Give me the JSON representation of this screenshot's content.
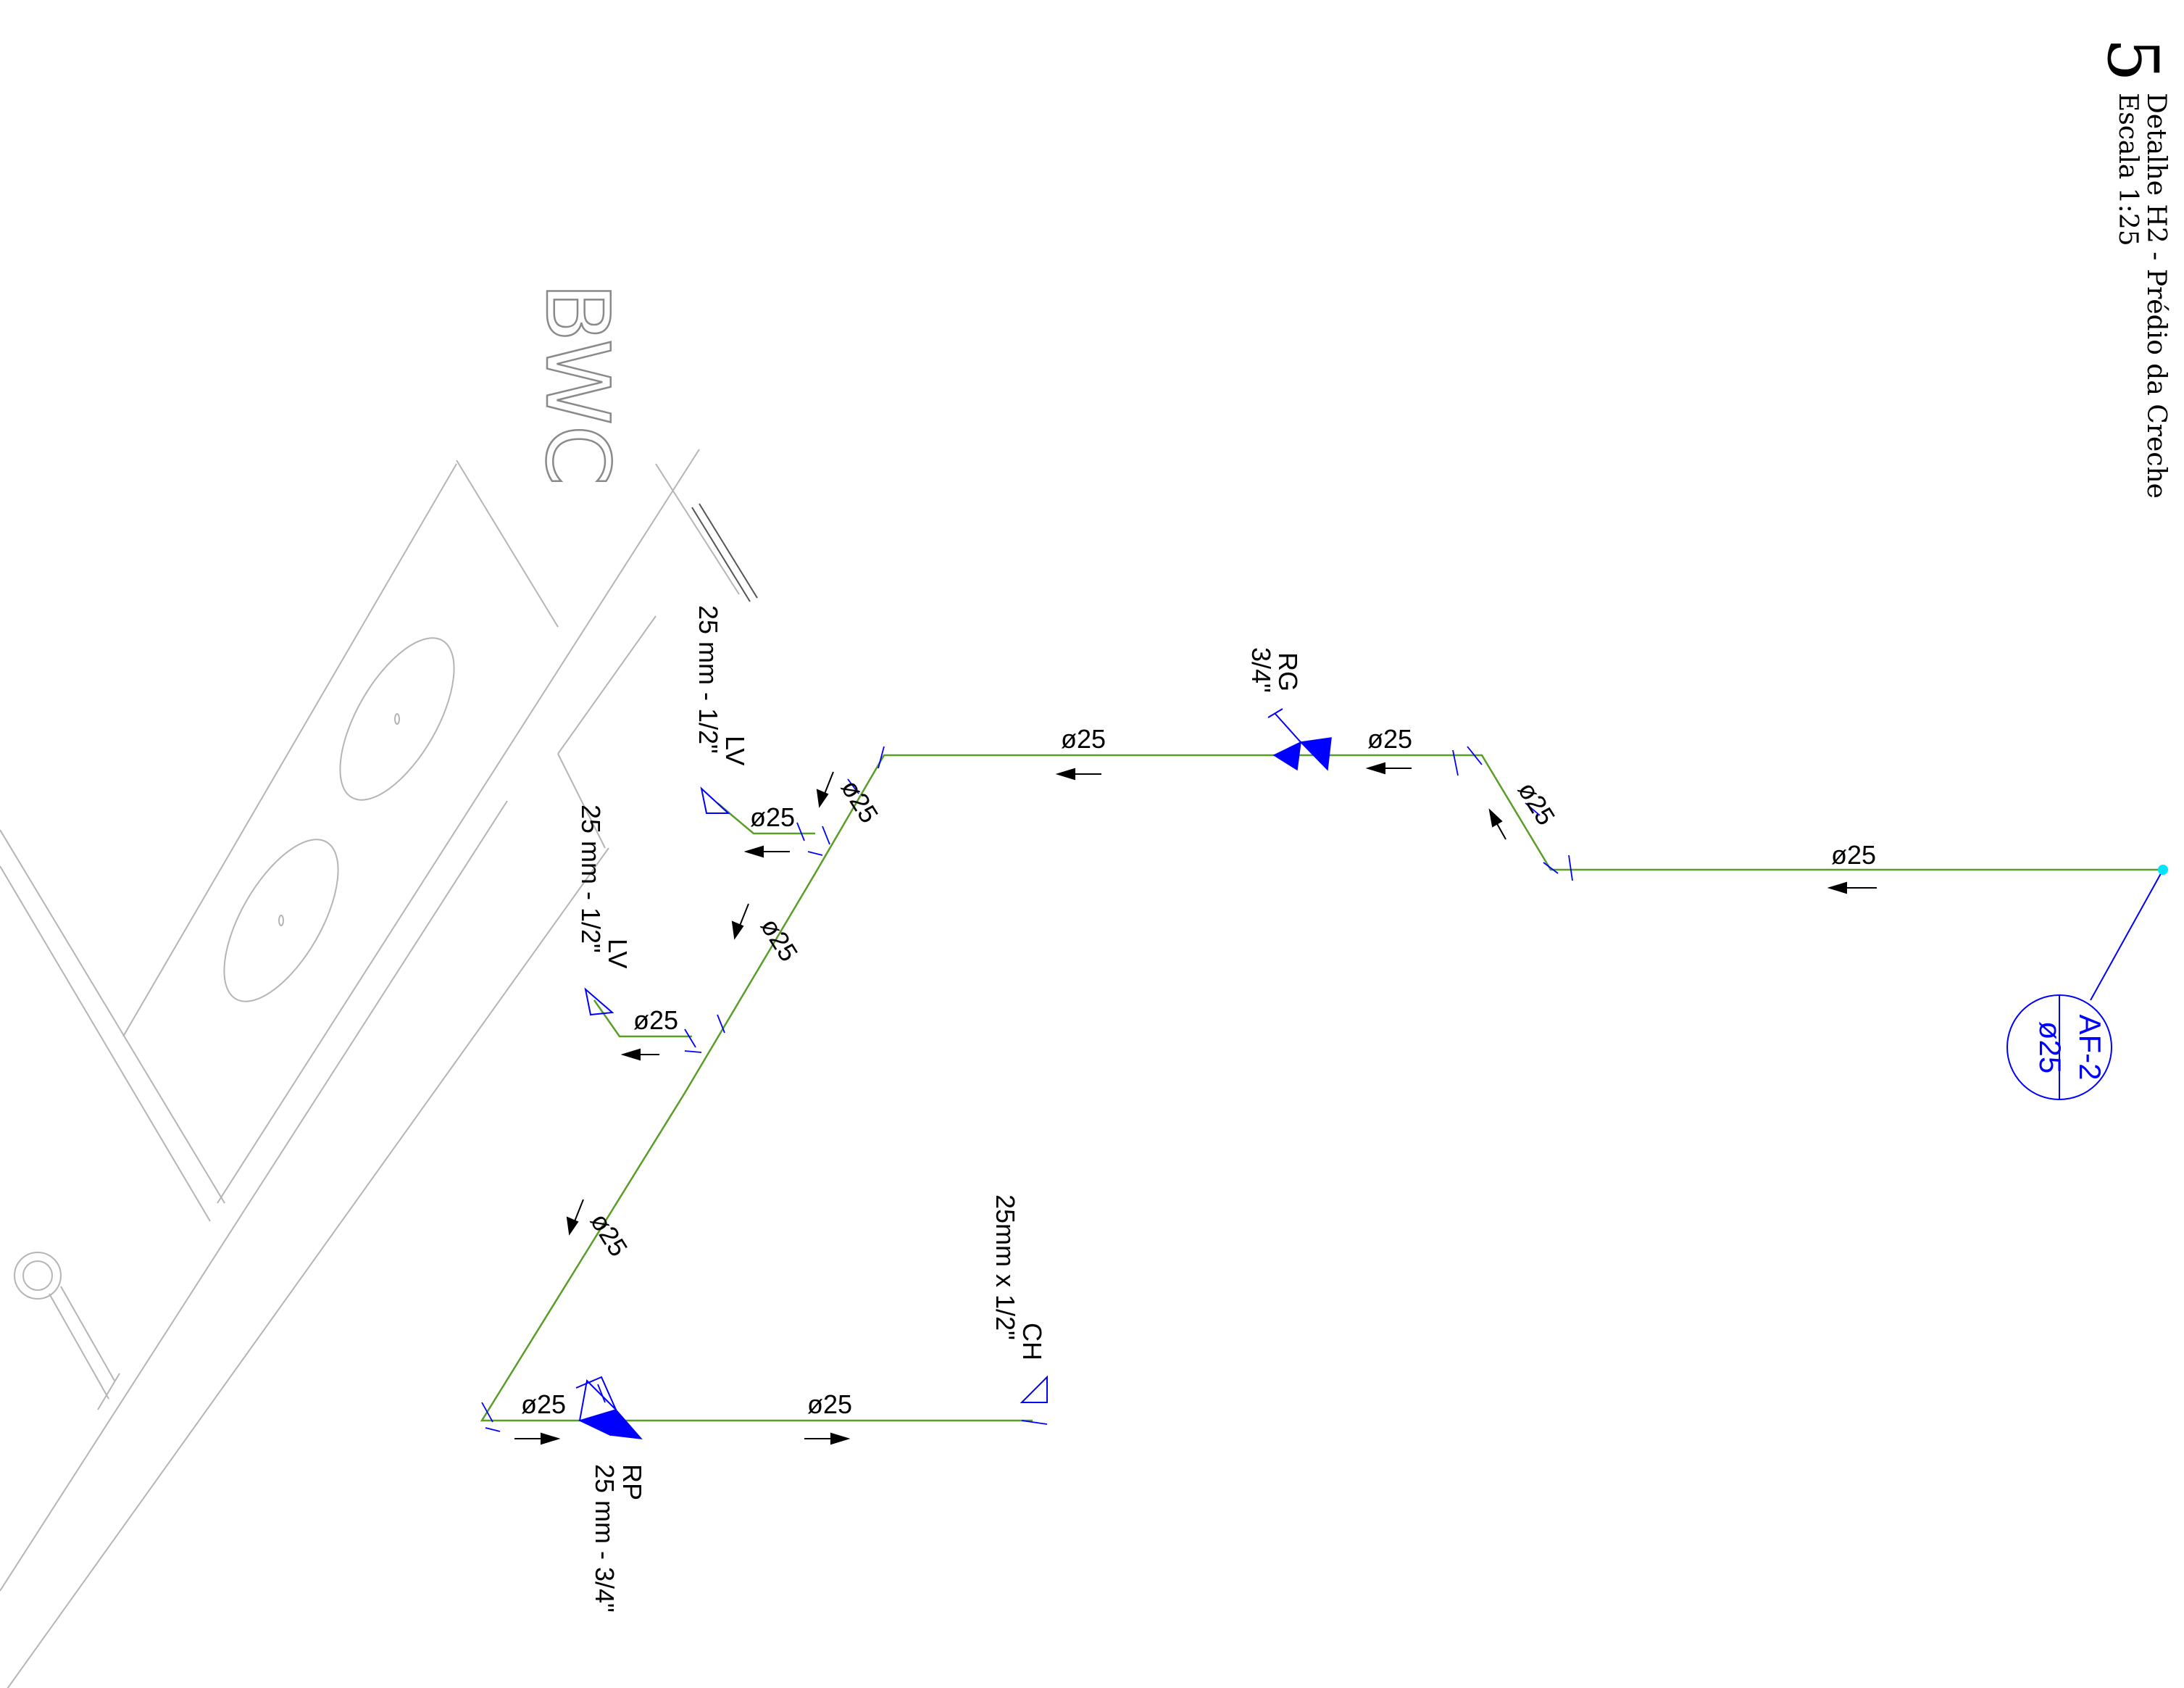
{
  "detail": {
    "number": "5",
    "title": "Detalhe H2 - Prédio da Creche",
    "scale": "Escala 1:25"
  },
  "room": {
    "name": "BWC"
  },
  "pipe_labels": {
    "inlet": "ø25",
    "riser_top": "ø25",
    "upper_right": "ø25",
    "upper_left": "ø25",
    "tee_top": "ø25",
    "lv1_branch": "ø25",
    "diag_mid": "ø25",
    "lv2_branch": "ø25",
    "diag_low": "ø25",
    "bottom_left": "ø25",
    "bottom_right": "ø25"
  },
  "fittings": {
    "rg": {
      "name": "RG",
      "size": "3/4\""
    },
    "rp": {
      "name": "RP",
      "size": "25 mm - 3/4\""
    },
    "lv1": {
      "name": "LV",
      "size": "25 mm - 1/2\""
    },
    "lv2": {
      "name": "LV",
      "size": "25 mm - 1/2\""
    },
    "ch": {
      "name": "CH",
      "size": "25mm x 1/2\""
    }
  },
  "tag": {
    "line1": "AF-2",
    "line2": "ø25"
  },
  "colors": {
    "pipe": "#5a9e28",
    "annotation": "#0000ff",
    "architecture": "#b5b5b5",
    "text": "#000000",
    "node": "#00e5ff"
  }
}
